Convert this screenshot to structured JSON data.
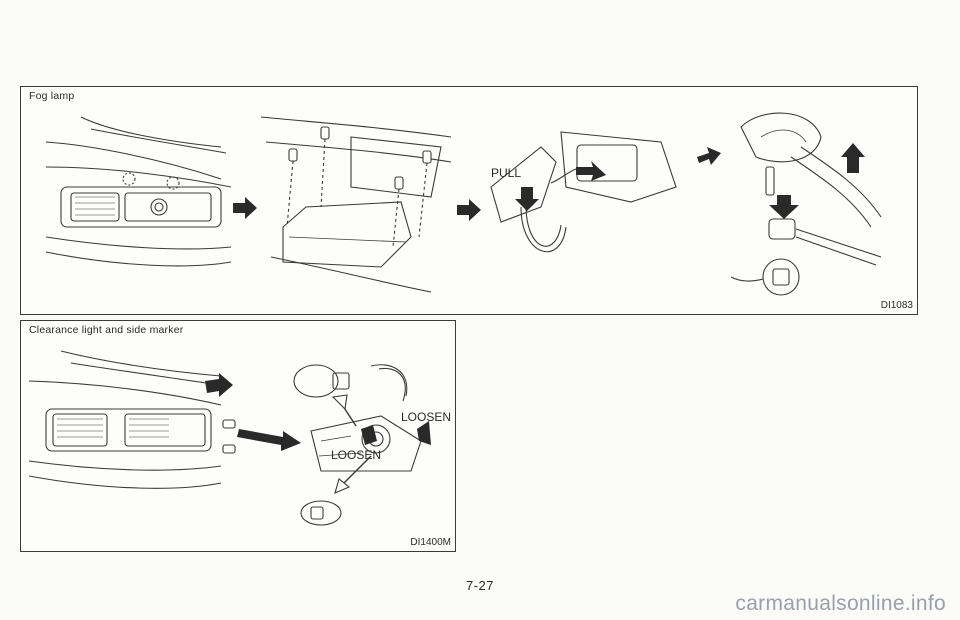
{
  "fog_panel": {
    "title": "Fog lamp",
    "label_pull": "PULL",
    "code": "DI1083"
  },
  "clearance_panel": {
    "title": "Clearance light and side marker",
    "label_loosen_upper": "LOOSEN",
    "label_loosen_lower": "LOOSEN",
    "code": "DI1400M"
  },
  "page_number": "7-27",
  "watermark": "carmanualsonline.info"
}
